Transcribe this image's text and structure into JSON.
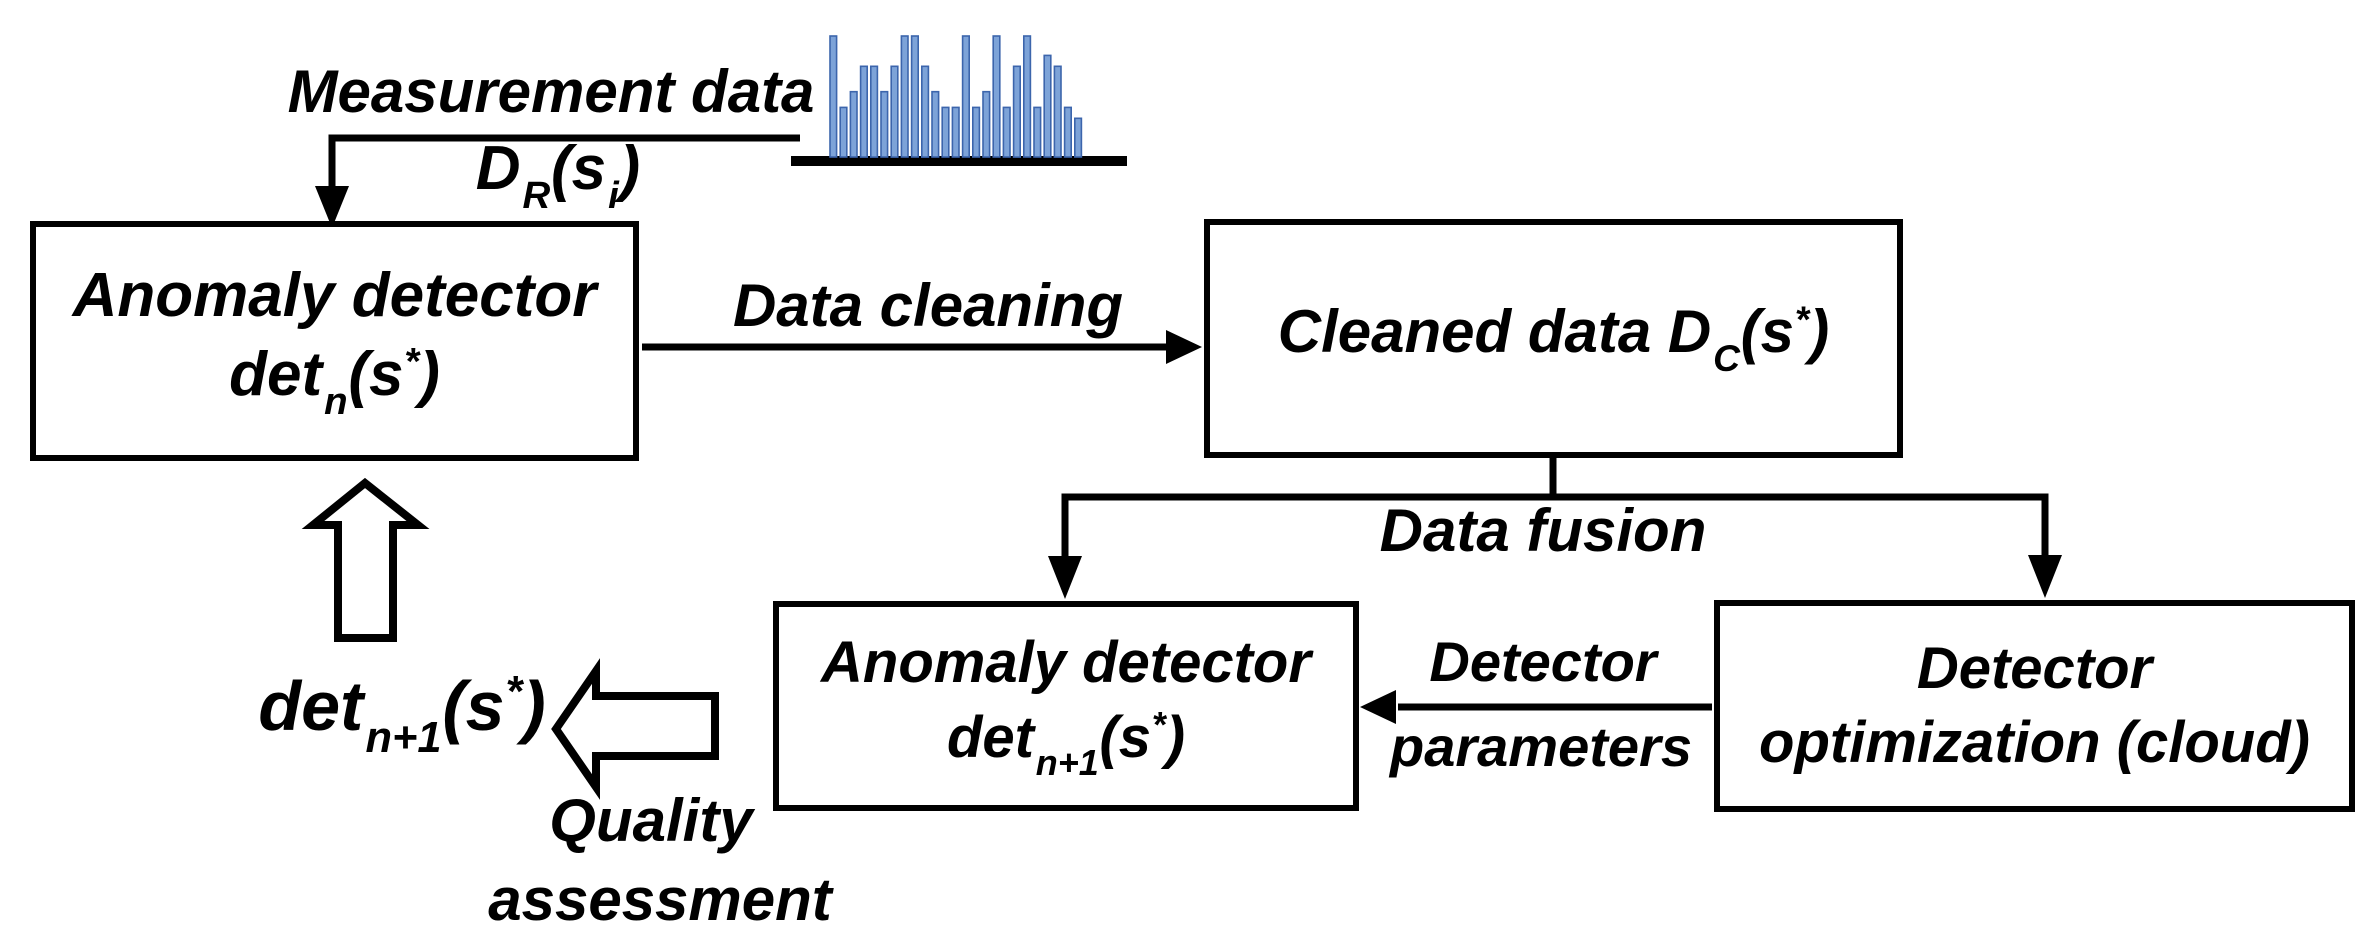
{
  "labels": {
    "measurement_data": "Measurement data",
    "data_cleaning": "Data cleaning",
    "data_fusion": "Data fusion",
    "detector": "Detector",
    "parameters": "parameters",
    "quality": "Quality",
    "assessment": "assessment"
  },
  "boxes": {
    "anomaly_detector_n": {
      "line1": "Anomaly detector"
    },
    "anomaly_detector_n1": {
      "line1": "Anomaly detector"
    },
    "cleaned_data": {
      "prefix": "Cleaned data D",
      "sub": "C",
      "mid": "(s",
      "sup": "*",
      "close": ")"
    },
    "detector_optimization": {
      "line1": "Detector",
      "line2": "optimization (cloud)"
    }
  },
  "formulas": {
    "d_r": {
      "base": "D",
      "sub": "R",
      "mid": "(s",
      "sub2": "i",
      "close": ")"
    },
    "det_n": {
      "base": "det",
      "sub": "n",
      "mid": "(s",
      "sup": "*",
      "close": ")"
    },
    "det_n1": {
      "base": "det",
      "sub": "n+1",
      "mid": "(s",
      "sup": "*",
      "close": ")"
    }
  },
  "chart_data": {
    "type": "bar",
    "title": "",
    "xlabel": "",
    "ylabel": "",
    "categories": [],
    "values": [
      100,
      41,
      54,
      75,
      75,
      54,
      75,
      100,
      100,
      75,
      54,
      41,
      41,
      100,
      41,
      54,
      100,
      41,
      75,
      100,
      41,
      84,
      75,
      41,
      32
    ],
    "ylim": [
      0,
      100
    ],
    "grid": false,
    "legend": false,
    "role": "measurement-data-icon"
  },
  "colors": {
    "bar_fill": "#7DA3D8",
    "bar_stroke": "#3C65AC",
    "line": "#000000",
    "background": "#ffffff"
  }
}
